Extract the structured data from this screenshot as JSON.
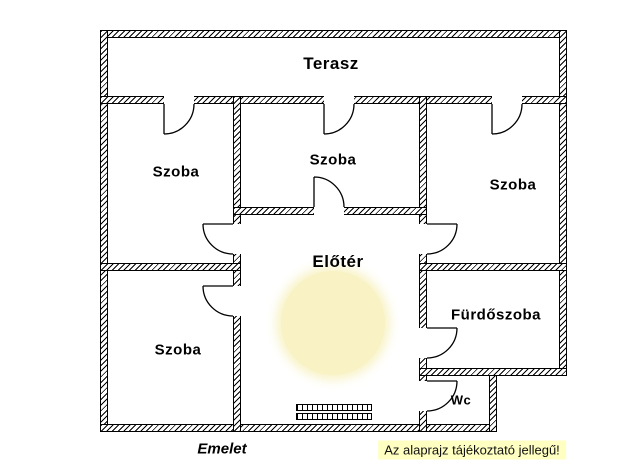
{
  "floorplan": {
    "rooms": {
      "terasz": {
        "name": "Terasz"
      },
      "szoba_top_left": {
        "name": "Szoba"
      },
      "szoba_top_middle": {
        "name": "Szoba"
      },
      "szoba_right": {
        "name": "Szoba"
      },
      "eloter": {
        "name": "Előtér"
      },
      "szoba_bottom_left": {
        "name": "Szoba"
      },
      "furdoszoba": {
        "name": "Fürdőszoba"
      },
      "wc": {
        "name": "Wc"
      }
    },
    "footer": {
      "floor_label": "Emelet",
      "disclaimer": "Az alaprajz tájékoztató jellegű!"
    },
    "colors": {
      "wall_line": "#000000",
      "accent_circle": "#f8f2c4",
      "disclaimer_highlight": "#ffffc2"
    }
  }
}
